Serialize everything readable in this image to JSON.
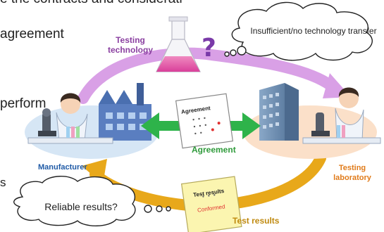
{
  "page": {
    "fragment_top": "e the contracts and considerati",
    "fragment_agreement": "agreement",
    "fragment_perform": "perform",
    "fragment_s": "s"
  },
  "labels": {
    "testing_technology": "Testing technology",
    "manufacturer": "Manufacturer",
    "agreement": "Agreement",
    "testing_laboratory": "Testing laboratory",
    "test_results": "Test results"
  },
  "cloud_top": {
    "text": "Insufficient/no technology transfer"
  },
  "cloud_bottom": {
    "text": "Reliable results?"
  },
  "agreement_doc": {
    "title": "Agreement"
  },
  "results_doc": {
    "title": "Test results",
    "stamp": "Conformed"
  },
  "question_mark": "?",
  "colors": {
    "tech_arrow": "#d9a0e6",
    "agreement_arrow": "#2eb34a",
    "results_arrow": "#e8a81a",
    "manufacturer_blob": "#d6e6f5",
    "lab_blob": "#fbe0c9",
    "results_paper": "#fbf5b0"
  },
  "icons": [
    "flask-icon",
    "factory-icon",
    "office-building-icon",
    "scientist-icon",
    "microscope-icon",
    "thought-cloud-icon",
    "document-icon"
  ]
}
